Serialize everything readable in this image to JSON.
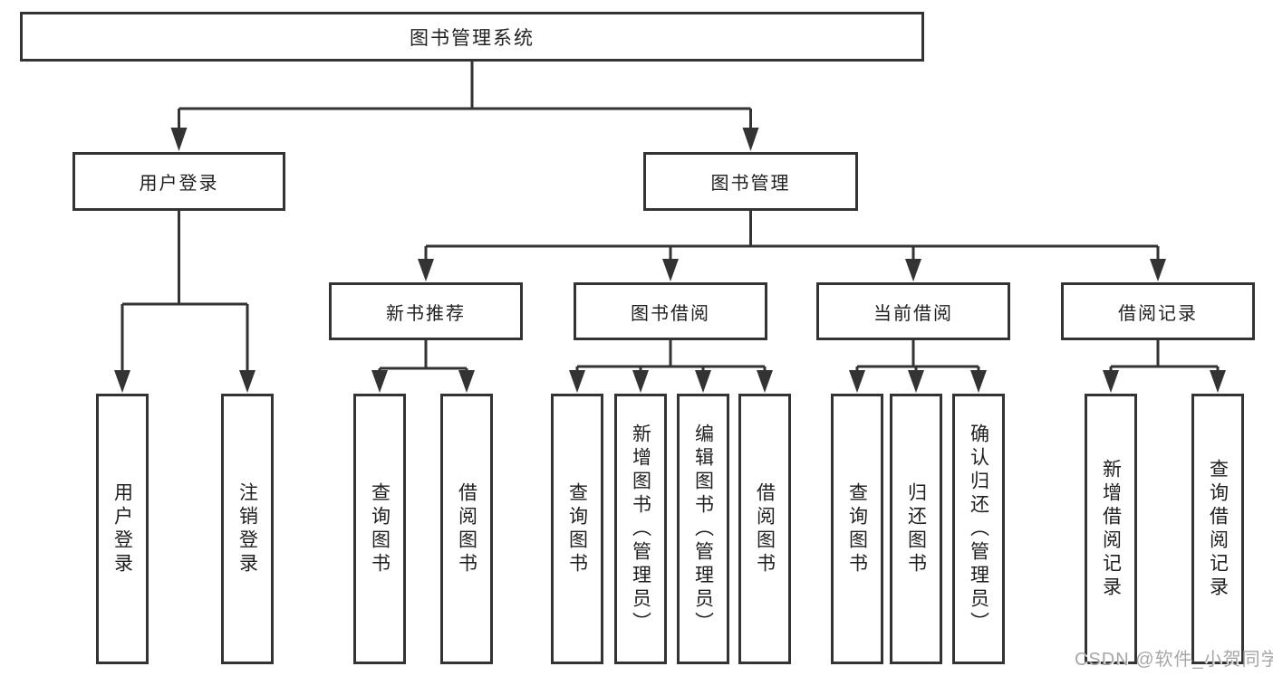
{
  "nodes": {
    "root": "图书管理系统",
    "user_login": "用户登录",
    "book_mgmt": "图书管理",
    "new_book_rec": "新书推荐",
    "book_borrow": "图书借阅",
    "current_borrow": "当前借阅",
    "borrow_record": "借阅记录",
    "leaf_user_login": "用户登录",
    "leaf_logout": "注销登录",
    "leaf_query_book_a": "查询图书",
    "leaf_borrow_book_a": "借阅图书",
    "leaf_query_book_b": "查询图书",
    "leaf_add_book": "新增图书（管理员）",
    "leaf_edit_book": "编辑图书（管理员）",
    "leaf_borrow_book_b": "借阅图书",
    "leaf_query_book_c": "查询图书",
    "leaf_return_book": "归还图书",
    "leaf_confirm_return": "确认归还（管理员）",
    "leaf_add_record": "新增借阅记录",
    "leaf_query_record": "查询借阅记录"
  },
  "structure": {
    "图书管理系统": {
      "用户登录": [
        "用户登录",
        "注销登录"
      ],
      "图书管理": {
        "新书推荐": [
          "查询图书",
          "借阅图书"
        ],
        "图书借阅": [
          "查询图书",
          "新增图书（管理员）",
          "编辑图书（管理员）",
          "借阅图书"
        ],
        "当前借阅": [
          "查询图书",
          "归还图书",
          "确认归还（管理员）"
        ],
        "借阅记录": [
          "新增借阅记录",
          "查询借阅记录"
        ]
      }
    }
  },
  "watermark": "CSDN @软件_小贺同学",
  "colors": {
    "line": "#333333",
    "text": "#1f1f1f",
    "watermark": "#a7a7a7",
    "background": "#ffffff"
  }
}
